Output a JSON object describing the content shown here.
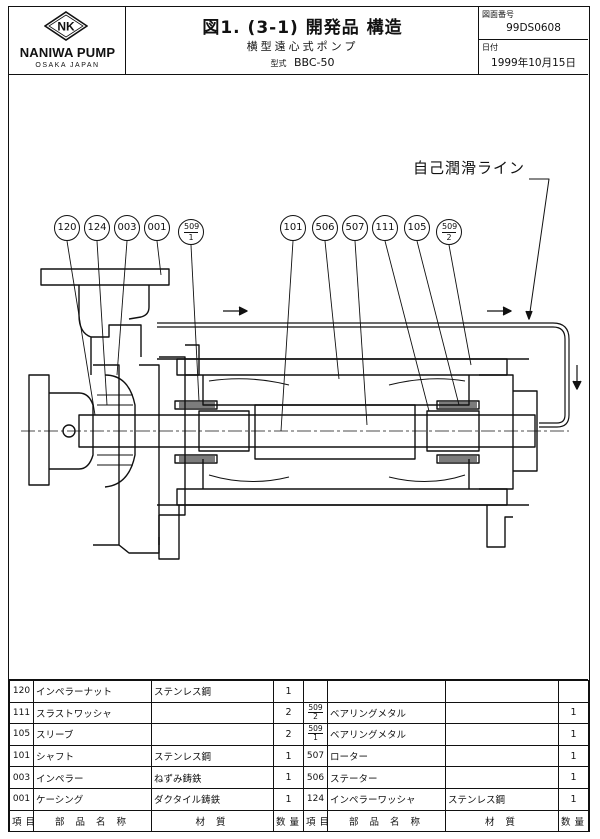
{
  "title_block": {
    "logo_mark": "NK",
    "brand": "NANIWA PUMP",
    "brand_sub": "OSAKA JAPAN",
    "title": "図1. (3-1) 開発品 構造",
    "subtitle": "横型遠心式ポンプ",
    "model_label": "型式",
    "model_value": "BBC-50",
    "drawing_no_label": "図面番号",
    "drawing_no": "99DS0608",
    "date_label": "日付",
    "date": "1999年10月15日"
  },
  "drawing": {
    "callout": "自己潤滑ライン",
    "balloons": [
      {
        "id": "120"
      },
      {
        "id": "124"
      },
      {
        "id": "003"
      },
      {
        "id": "001"
      },
      {
        "num": "509",
        "den": "1"
      },
      {
        "id": "101"
      },
      {
        "id": "506"
      },
      {
        "id": "507"
      },
      {
        "id": "111"
      },
      {
        "id": "105"
      },
      {
        "num": "509",
        "den": "2"
      }
    ]
  },
  "parts_header": {
    "no": "項目",
    "name": "部 品 名 称",
    "material": "材 質",
    "qty": "数量"
  },
  "parts_left": [
    {
      "no": "120",
      "name": "インペラーナット",
      "material": "ステンレス鋼",
      "qty": "1"
    },
    {
      "no": "111",
      "name": "スラストワッシャ",
      "material": "",
      "qty": "2"
    },
    {
      "no": "105",
      "name": "スリーブ",
      "material": "",
      "qty": "2"
    },
    {
      "no": "101",
      "name": "シャフト",
      "material": "ステンレス鋼",
      "qty": "1"
    },
    {
      "no": "003",
      "name": "インペラー",
      "material": "ねずみ鋳鉄",
      "qty": "1"
    },
    {
      "no": "001",
      "name": "ケーシング",
      "material": "ダクタイル鋳鉄",
      "qty": "1"
    }
  ],
  "parts_right": [
    {
      "no": "",
      "name": "",
      "material": "",
      "qty": ""
    },
    {
      "no_num": "509",
      "no_den": "2",
      "name": "ベアリングメタル",
      "material": "",
      "qty": "1"
    },
    {
      "no_num": "509",
      "no_den": "1",
      "name": "ベアリングメタル",
      "material": "",
      "qty": "1"
    },
    {
      "no": "507",
      "name": "ローター",
      "material": "",
      "qty": "1"
    },
    {
      "no": "506",
      "name": "ステーター",
      "material": "",
      "qty": "1"
    },
    {
      "no": "124",
      "name": "インペラーワッシャ",
      "material": "ステンレス鋼",
      "qty": "1"
    }
  ]
}
